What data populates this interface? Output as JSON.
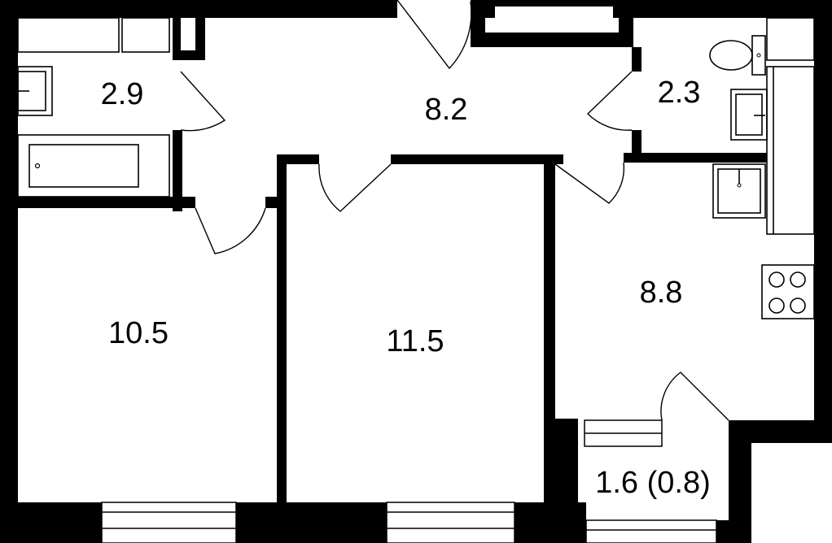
{
  "rooms": {
    "bathroom": {
      "area": "2.9"
    },
    "hallway": {
      "area": "8.2"
    },
    "toilet": {
      "area": "2.3"
    },
    "kitchen": {
      "area": "8.8"
    },
    "bedroom_left": {
      "area": "10.5"
    },
    "bedroom_right": {
      "area": "11.5"
    },
    "balcony": {
      "area": "1.6 (0.8)"
    }
  },
  "colors": {
    "wall": "#000000",
    "background": "#ffffff"
  }
}
